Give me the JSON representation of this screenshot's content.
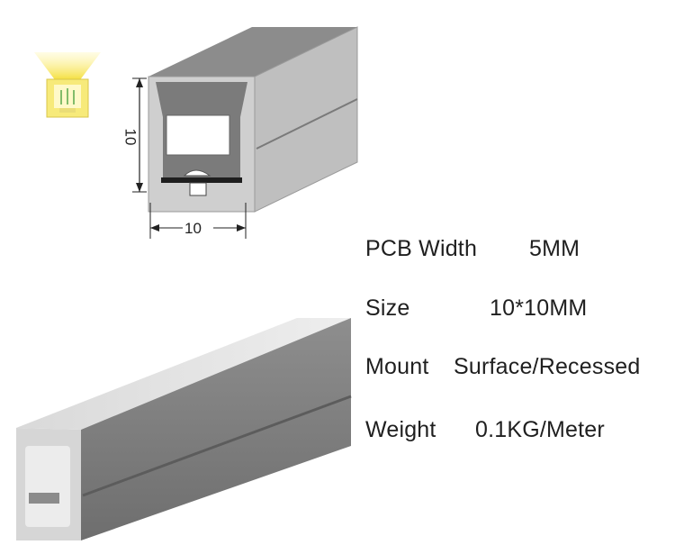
{
  "dimensions": {
    "height_label": "10",
    "width_label": "10"
  },
  "specs": [
    {
      "label": "PCB Width",
      "value": "5MM"
    },
    {
      "label": "Size",
      "value": "10*10MM"
    },
    {
      "label": "Mount",
      "value": "Surface/Recessed"
    },
    {
      "label": "Weight",
      "value": "0.1KG/Meter"
    }
  ],
  "colors": {
    "glow": "#f7e64a",
    "profile_dark": "#7c7c7c",
    "profile_light": "#c9c9c9",
    "accent_border": "#222222"
  },
  "icons": [
    "light-emission-icon",
    "profile-drawing",
    "profile-product-render"
  ]
}
